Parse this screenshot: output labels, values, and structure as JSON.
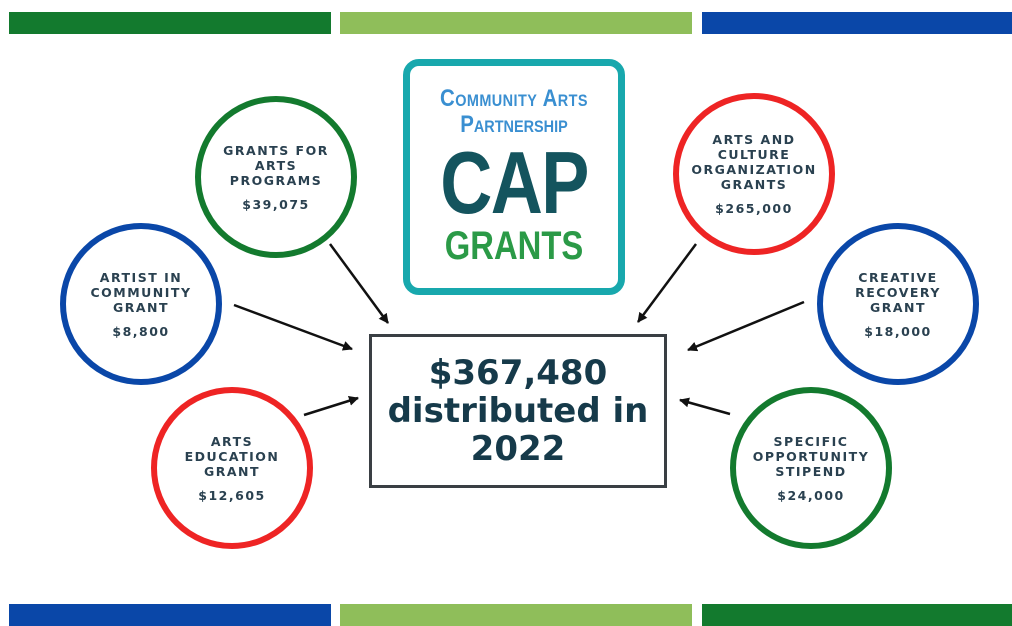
{
  "colors": {
    "dark_green": "#137a2e",
    "light_green": "#8fbe5a",
    "blue": "#0a47a8",
    "red": "#ee2424",
    "teal": "#18a8ad"
  },
  "logo": {
    "line1": "Community Arts",
    "line2": "Partnership",
    "line3": "CAP",
    "line4": "GRANTS"
  },
  "total": {
    "text": "$367,480\ndistributed in\n2022"
  },
  "grants": {
    "arts_programs": {
      "name": "GRANTS FOR\nARTS\nPROGRAMS",
      "amount": "$39,075"
    },
    "artist_in_community": {
      "name": "ARTIST IN\nCOMMUNITY\nGRANT",
      "amount": "$8,800"
    },
    "arts_education": {
      "name": "ARTS\nEDUCATION\nGRANT",
      "amount": "$12,605"
    },
    "arts_culture_org": {
      "name": "ARTS AND\nCULTURE\nORGANIZATION\nGRANTS",
      "amount": "$265,000"
    },
    "creative_recovery": {
      "name": "CREATIVE\nRECOVERY\nGRANT",
      "amount": "$18,000"
    },
    "specific_opportunity": {
      "name": "SPECIFIC\nOPPORTUNITY\nSTIPEND",
      "amount": "$24,000"
    }
  }
}
